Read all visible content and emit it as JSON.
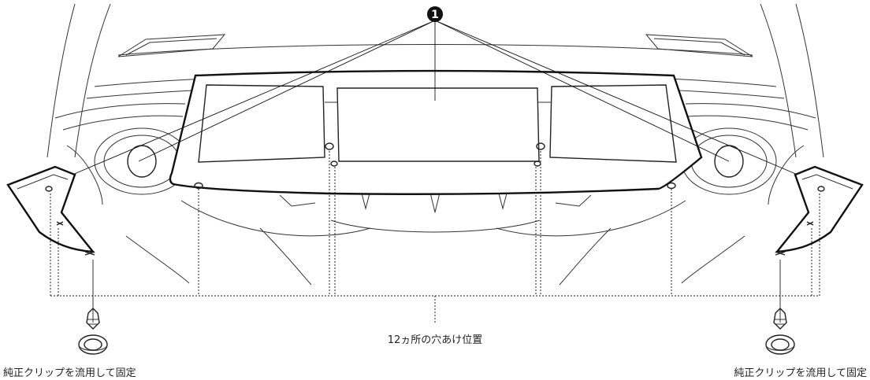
{
  "callout": {
    "number": "1"
  },
  "labels": {
    "holes": "12ヵ所の穴あけ位置",
    "clip_left": "純正クリップを流用して固定",
    "clip_right": "純正クリップを流用して固定"
  },
  "colors": {
    "line": "#111111",
    "background": "#ffffff",
    "callout_fill": "#111111"
  },
  "icons": [
    "clip-icon",
    "hole-marker-icon"
  ]
}
